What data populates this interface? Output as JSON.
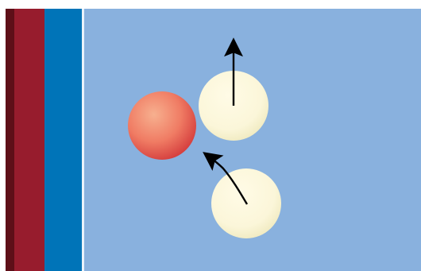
{
  "colors": {
    "background": "#ffffff",
    "dark_edge": "#5e0f18",
    "maroon_band": "#971c2d",
    "blue_band": "#0074b8",
    "divider": "#e9f2fb",
    "panel": "#89b1de",
    "red_ball_light": "#f7b08f",
    "red_ball_mid": "#f07c64",
    "red_ball_dark": "#d33a3b",
    "cream_ball_light": "#fffbe6",
    "cream_ball_mid": "#fbf6d9",
    "cream_ball_dark": "#ece6b8",
    "arrow": "#000000"
  },
  "scene": {
    "particles": [
      {
        "id": "red-particle",
        "type": "red-sphere"
      },
      {
        "id": "upper-cream-particle",
        "type": "cream-sphere"
      },
      {
        "id": "lower-cream-particle",
        "type": "cream-sphere"
      }
    ],
    "arrows": [
      {
        "id": "upward-arrow",
        "direction": "up"
      },
      {
        "id": "diagonal-arrow",
        "direction": "up-left"
      }
    ]
  }
}
